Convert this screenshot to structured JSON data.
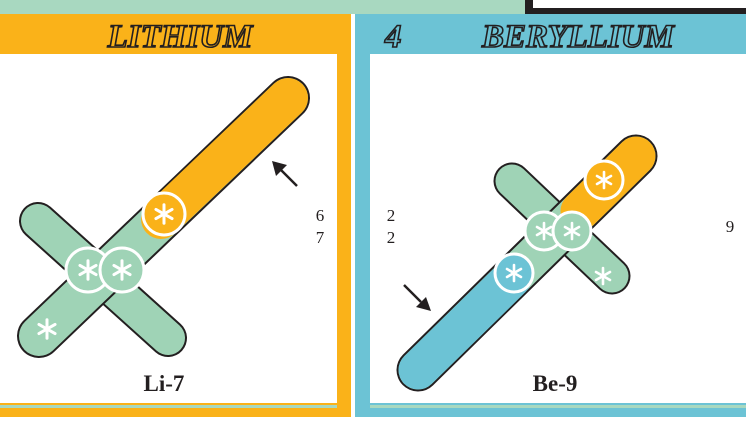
{
  "colors": {
    "lithium_frame": "#fab219",
    "beryllium_frame": "#6cc3d5",
    "mint": "#9fd3b6",
    "orange": "#fab219",
    "blue": "#6cc3d5",
    "top_strip": "#a8d8c0",
    "dark": "#231f20"
  },
  "lithium": {
    "title": "LITHIUM",
    "label": "Li-7",
    "side_top": "6",
    "side_bottom": "7"
  },
  "beryllium": {
    "number": "4",
    "title": "BERYLLIUM",
    "label": "Be-9",
    "side_top": "2",
    "side_bottom": "2",
    "side_right": "9"
  },
  "icons": {
    "particle": "asterisk-particle-icon",
    "pointer": "arrow-pointer-icon"
  }
}
